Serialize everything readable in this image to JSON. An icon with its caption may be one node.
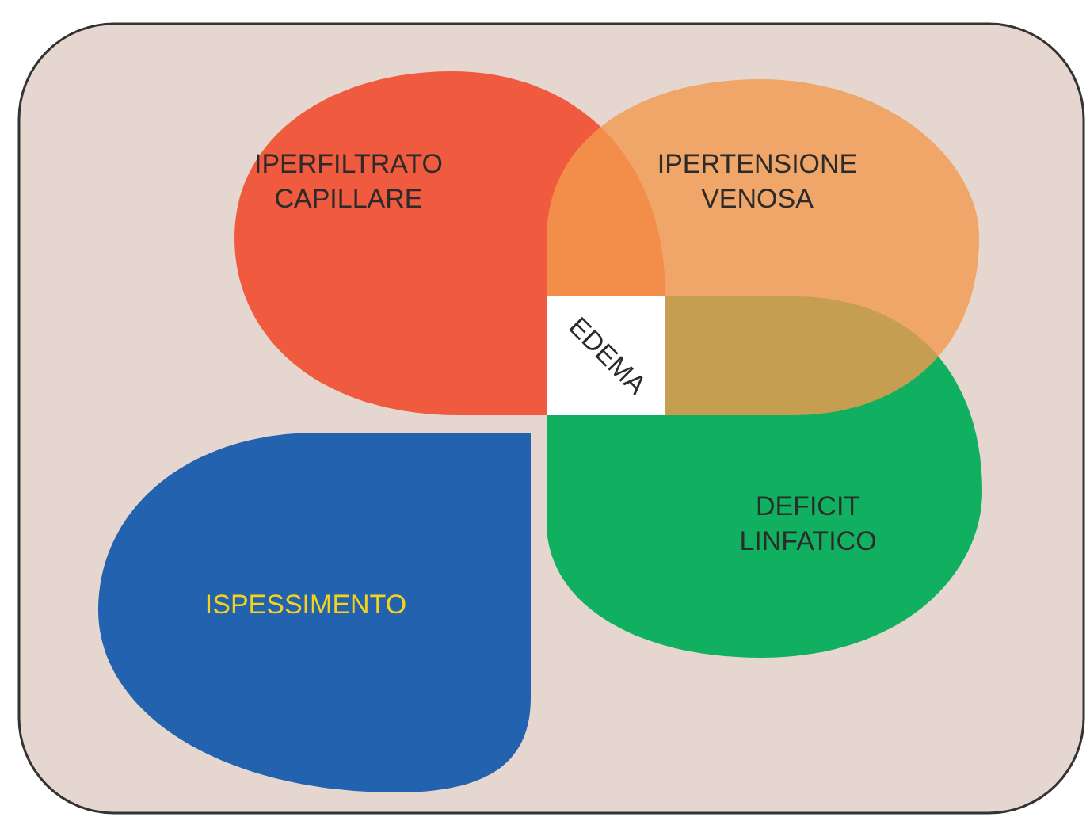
{
  "diagram": {
    "nodes": [
      {
        "text": [
          "IPERFILTRATO CAPILLARE"
        ]
      },
      {
        "text": [
          "IPERTENSIONE VENOSA"
        ]
      },
      {
        "text": [
          "EDEMA"
        ]
      },
      {
        "text": [
          "DEFICIT LINFATICO"
        ]
      },
      {
        "text": [
          "ISPESSIMENTO"
        ]
      }
    ],
    "edges": []
  }
}
